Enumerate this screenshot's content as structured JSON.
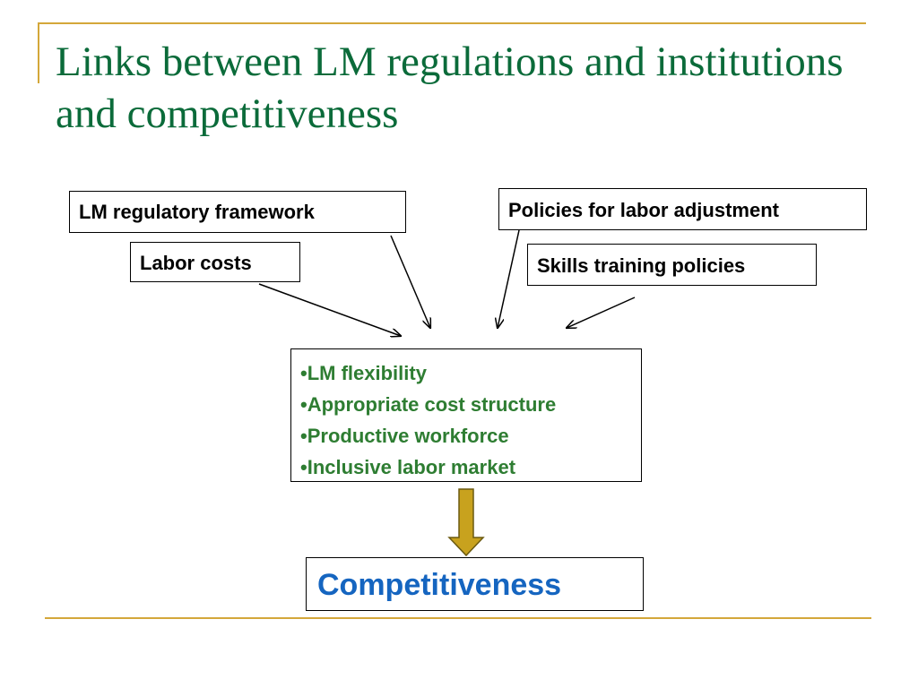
{
  "slide": {
    "title": "Links between LM regulations and institutions and competitiveness"
  },
  "inputs": {
    "lm_regulatory_framework": "LM regulatory framework",
    "labor_costs": "Labor costs",
    "policies_for_labor_adjustment": "Policies for labor adjustment",
    "skills_training_policies": "Skills training policies"
  },
  "outcomes": [
    "LM flexibility",
    "Appropriate cost structure",
    "Productive workforce",
    "Inclusive labor market"
  ],
  "result": "Competitiveness",
  "colors": {
    "title": "#0b6b3a",
    "accent_rule": "#d4a73a",
    "outcomes_text": "#2e7d32",
    "result_text": "#1565c0",
    "big_arrow_fill": "#c8a21e",
    "big_arrow_stroke": "#6b5a10"
  }
}
